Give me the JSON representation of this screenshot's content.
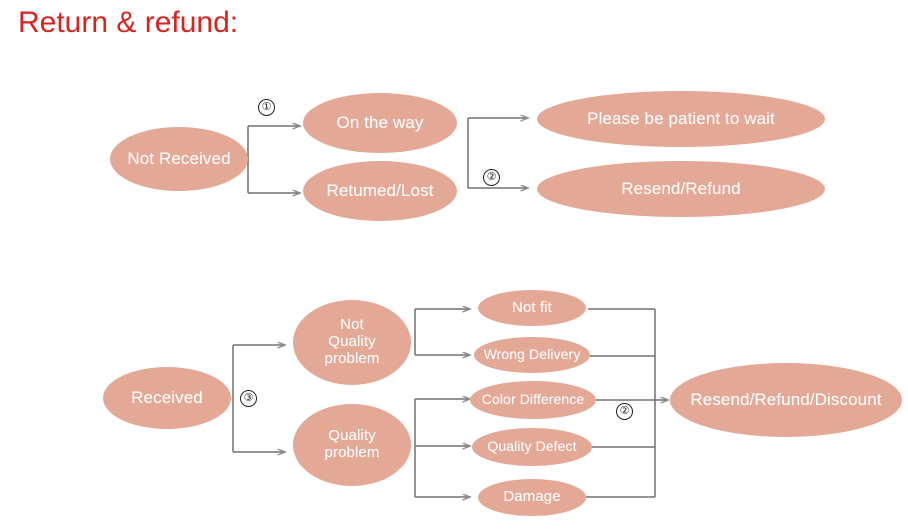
{
  "title": "Return & refund:",
  "colors": {
    "title_red": "#d9231f",
    "node_fill": "#e3a896",
    "node_text": "#fdfcfb",
    "connector": "#707070",
    "badge": "#222222"
  },
  "diagram_top": {
    "name": "not-received-flow",
    "start": {
      "label": "Not Received"
    },
    "branch_badge": "①",
    "branches": [
      {
        "label": "On the way"
      },
      {
        "label": "Retumed/Lost"
      }
    ],
    "merge_badge": "②",
    "outcomes": [
      {
        "label": "Please be patient to wait"
      },
      {
        "label": "Resend/Refund"
      }
    ]
  },
  "diagram_bottom": {
    "name": "received-flow",
    "start": {
      "label": "Received"
    },
    "branch_badge": "③",
    "categories": [
      {
        "label": "Not\nQuality\nproblem"
      },
      {
        "label": "Quality\nproblem"
      }
    ],
    "reasons": [
      {
        "label": "Not fit"
      },
      {
        "label": "Wrong Delivery"
      },
      {
        "label": "Color Difference"
      },
      {
        "label": "Quality Defect"
      },
      {
        "label": "Damage"
      }
    ],
    "merge_badge": "②",
    "outcome": {
      "label": "Resend/Refund/Discount"
    }
  }
}
